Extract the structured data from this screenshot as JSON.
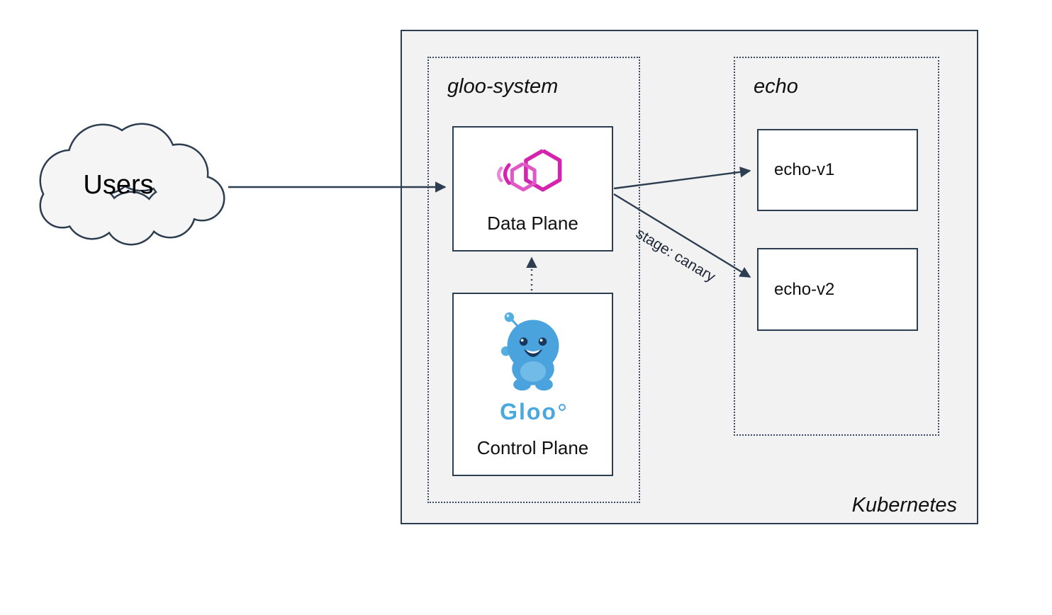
{
  "colors": {
    "outline": "#2d3e50",
    "cluster_fill": "#f2f2f2",
    "node_fill": "#ffffff",
    "gloo_magenta": "#d424ae",
    "gloo_blue": "#49a8df"
  },
  "nodes": {
    "users": {
      "label": "Users"
    },
    "kubernetes": {
      "label": "Kubernetes"
    },
    "gloo_system": {
      "label": "gloo-system"
    },
    "echo_namespace": {
      "label": "echo"
    },
    "data_plane": {
      "label": "Data Plane",
      "icon": "gloo-proxy-icon"
    },
    "control_plane": {
      "label": "Control Plane",
      "wordmark": "Gloo",
      "icon": "gloo-mascot-icon"
    },
    "echo_v1": {
      "label": "echo-v1"
    },
    "echo_v2": {
      "label": "echo-v2"
    }
  },
  "edges": {
    "users_to_dataplane": {
      "style": "solid"
    },
    "dataplane_to_echo_v1": {
      "style": "solid"
    },
    "dataplane_to_echo_v2": {
      "style": "solid"
    },
    "canary": {
      "label": "stage: canary"
    },
    "controlplane_to_dataplane": {
      "style": "dotted"
    }
  }
}
